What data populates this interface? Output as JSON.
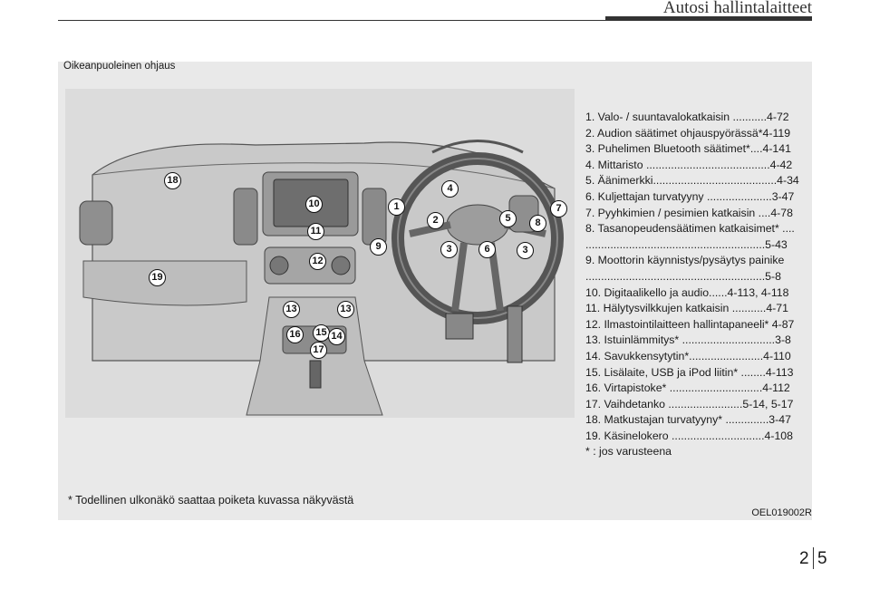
{
  "header": {
    "title": "Autosi hallintalaitteet"
  },
  "caption": "Oikeanpuoleinen ohjaus",
  "callouts": [
    "18",
    "10",
    "11",
    "12",
    "19",
    "13",
    "13",
    "16",
    "15",
    "14",
    "17",
    "9",
    "1",
    "4",
    "2",
    "3",
    "6",
    "5",
    "8",
    "7",
    "3"
  ],
  "legend": [
    "1. Valo- / suuntavalokatkaisin ...........4-72",
    "2. Audion säätimet ohjauspyörässä*4-119",
    "3. Puhelimen Bluetooth säätimet*....4-141",
    "4. Mittaristo ........................................4-42",
    "5. Äänimerkki........................................4-34",
    "6. Kuljettajan turvatyyny .....................3-47",
    "7. Pyyhkimien / pesimien katkaisin ....4-78",
    "8. Tasanopeudensäätimen katkaisimet* ....",
    "..........................................................5-43",
    "9. Moottorin käynnistys/pysäytys painike",
    "..........................................................5-8",
    "10. Digitaalikello ja audio......4-113, 4-118",
    "11. Hälytysvilkkujen katkaisin ...........4-71",
    "12. Ilmastointilaitteen hallintapaneeli* 4-87",
    "13. Istuinlämmitys* ..............................3-8",
    "14. Savukkensytytin*........................4-110",
    "15. Lisälaite, USB ja iPod liitin* ........4-113",
    "16. Virtapistoke* ..............................4-112",
    "17. Vaihdetanko ........................5-14, 5-17",
    "18. Matkustajan turvatyyny* ..............3-47",
    "19. Käsinelokero ..............................4-108",
    "* : jos varusteena"
  ],
  "footnote": "* Todellinen ulkonäkö saattaa poiketa kuvassa näkyvästä",
  "image_code": "OEL019002R",
  "page": {
    "chapter": "2",
    "number": "5"
  }
}
